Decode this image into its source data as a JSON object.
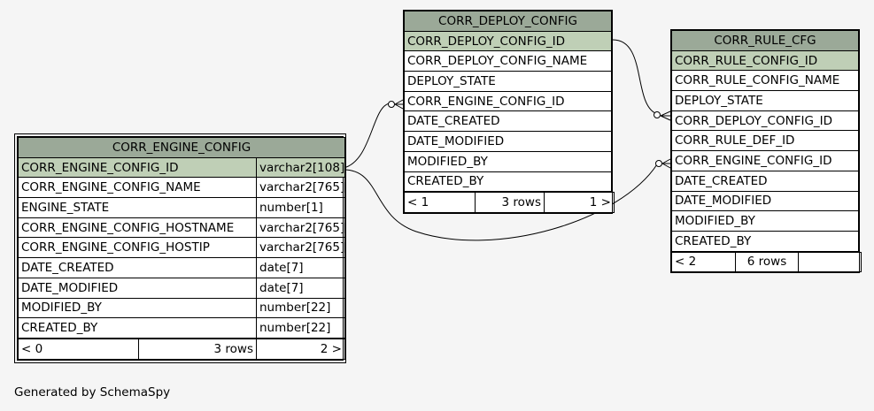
{
  "diagram": {
    "generated_by": "Generated by SchemaSpy",
    "colors": {
      "header": "#9ba998",
      "primary_key": "#bfcfb6",
      "background": "#f5f5f5"
    },
    "entities": {
      "engine": {
        "title": "CORR_ENGINE_CONFIG",
        "columns": [
          {
            "name": "CORR_ENGINE_CONFIG_ID",
            "type": "varchar2[108]"
          },
          {
            "name": "CORR_ENGINE_CONFIG_NAME",
            "type": "varchar2[765]"
          },
          {
            "name": "ENGINE_STATE",
            "type": "number[1]"
          },
          {
            "name": "CORR_ENGINE_CONFIG_HOSTNAME",
            "type": "varchar2[765]"
          },
          {
            "name": "CORR_ENGINE_CONFIG_HOSTIP",
            "type": "varchar2[765]"
          },
          {
            "name": "DATE_CREATED",
            "type": "date[7]"
          },
          {
            "name": "DATE_MODIFIED",
            "type": "date[7]"
          },
          {
            "name": "MODIFIED_BY",
            "type": "number[22]"
          },
          {
            "name": "CREATED_BY",
            "type": "number[22]"
          }
        ],
        "footer": {
          "parents": "< 0",
          "rows": "3 rows",
          "children": "2 >"
        }
      },
      "deploy": {
        "title": "CORR_DEPLOY_CONFIG",
        "columns": [
          "CORR_DEPLOY_CONFIG_ID",
          "CORR_DEPLOY_CONFIG_NAME",
          "DEPLOY_STATE",
          "CORR_ENGINE_CONFIG_ID",
          "DATE_CREATED",
          "DATE_MODIFIED",
          "MODIFIED_BY",
          "CREATED_BY"
        ],
        "footer": {
          "parents": "< 1",
          "rows": "3 rows",
          "children": "1 >"
        }
      },
      "rule": {
        "title": "CORR_RULE_CFG",
        "columns": [
          "CORR_RULE_CONFIG_ID",
          "CORR_RULE_CONFIG_NAME",
          "DEPLOY_STATE",
          "CORR_DEPLOY_CONFIG_ID",
          "CORR_RULE_DEF_ID",
          "CORR_ENGINE_CONFIG_ID",
          "DATE_CREATED",
          "DATE_MODIFIED",
          "MODIFIED_BY",
          "CREATED_BY"
        ],
        "footer": {
          "parents": "< 2",
          "rows": "6 rows",
          "children": ""
        }
      }
    }
  }
}
